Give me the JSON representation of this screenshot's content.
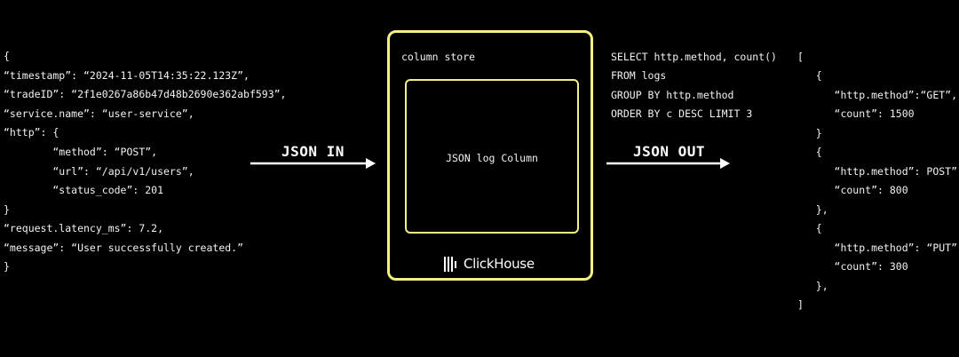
{
  "input_json": {
    "lines": [
      "{",
      "“timestamp”: “2024-11-05T14:35:22.123Z”,",
      "“tradeID”: “2f1e0267a86b47d48b2690e362abf593”,",
      "“service.name”: “user-service”,",
      "“http”: {",
      "        “method”: “POST”,",
      "        “url”: “/api/v1/users”,",
      "        “status_code”: 201",
      "}",
      "“request.latency_ms”: 7.2,",
      "“message”: “User successfully created.”",
      "}"
    ]
  },
  "arrows": {
    "in_label": "JSON IN",
    "out_label": "JSON OUT"
  },
  "store": {
    "title": "column store",
    "inner_label": "JSON log Column",
    "logo_text": "ClickHouse"
  },
  "query": {
    "lines": [
      "SELECT http.method, count()",
      "FROM logs",
      "GROUP BY http.method",
      "ORDER BY c DESC LIMIT 3"
    ]
  },
  "output_json": {
    "lines": [
      "[",
      "   {",
      "      “http.method”:“GET”,",
      "      “count”: 1500",
      "   }",
      "   {",
      "      “http.method”: POST”,",
      "      “count”: 800",
      "   },",
      "   {",
      "      “http.method”: “PUT”,",
      "      “count”: 300",
      "   },",
      "]"
    ]
  },
  "colors": {
    "background": "#000000",
    "accent": "#f4f182",
    "text": "#ffffff"
  }
}
